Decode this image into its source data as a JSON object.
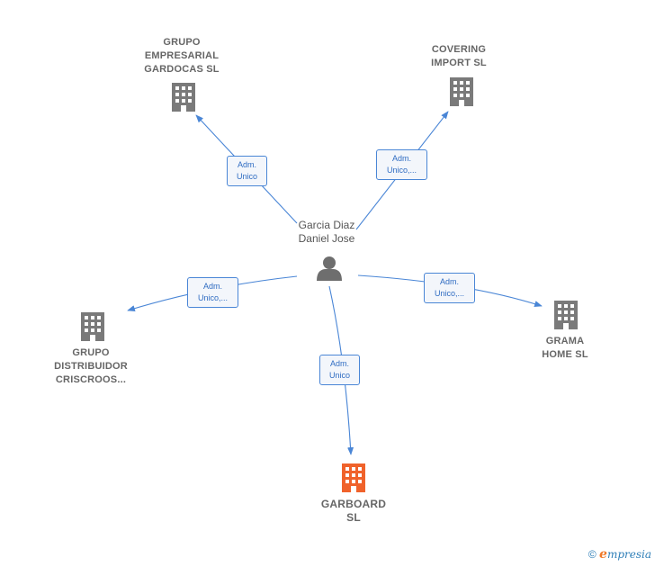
{
  "colors": {
    "edge": "#4a86d6",
    "building": "#7a7a7a",
    "building_main": "#f0622b",
    "person": "#6e6e6e"
  },
  "person": {
    "lines": [
      "Garcia Diaz",
      "Daniel Jose"
    ],
    "icon": "person-icon"
  },
  "companies": [
    {
      "id": "grupo-empresarial-gardocas",
      "lines": [
        "GRUPO",
        "EMPRESARIAL",
        "GARDOCAS  SL"
      ],
      "icon": "building-icon",
      "main": false
    },
    {
      "id": "covering-import",
      "lines": [
        "COVERING",
        "IMPORT  SL"
      ],
      "icon": "building-icon",
      "main": false
    },
    {
      "id": "grupo-distribuidor-criscroos",
      "lines": [
        "GRUPO",
        "DISTRIBUIDOR",
        "CRISCROOS..."
      ],
      "icon": "building-icon",
      "main": false
    },
    {
      "id": "grama-home",
      "lines": [
        "GRAMA",
        "HOME  SL"
      ],
      "icon": "building-icon",
      "main": false
    },
    {
      "id": "garboard",
      "lines": [
        "GARBOARD",
        "SL"
      ],
      "icon": "building-icon",
      "main": true
    }
  ],
  "relations": [
    {
      "to": "grupo-empresarial-gardocas",
      "lines": [
        "Adm.",
        "Unico"
      ]
    },
    {
      "to": "covering-import",
      "lines": [
        "Adm.",
        "Unico,..."
      ]
    },
    {
      "to": "grupo-distribuidor-criscroos",
      "lines": [
        "Adm.",
        "Unico,..."
      ]
    },
    {
      "to": "grama-home",
      "lines": [
        "Adm.",
        "Unico,..."
      ]
    },
    {
      "to": "garboard",
      "lines": [
        "Adm.",
        "Unico"
      ]
    }
  ],
  "footer": {
    "copyright": "©",
    "brand_initial": "e",
    "brand_rest": "mpresia"
  }
}
